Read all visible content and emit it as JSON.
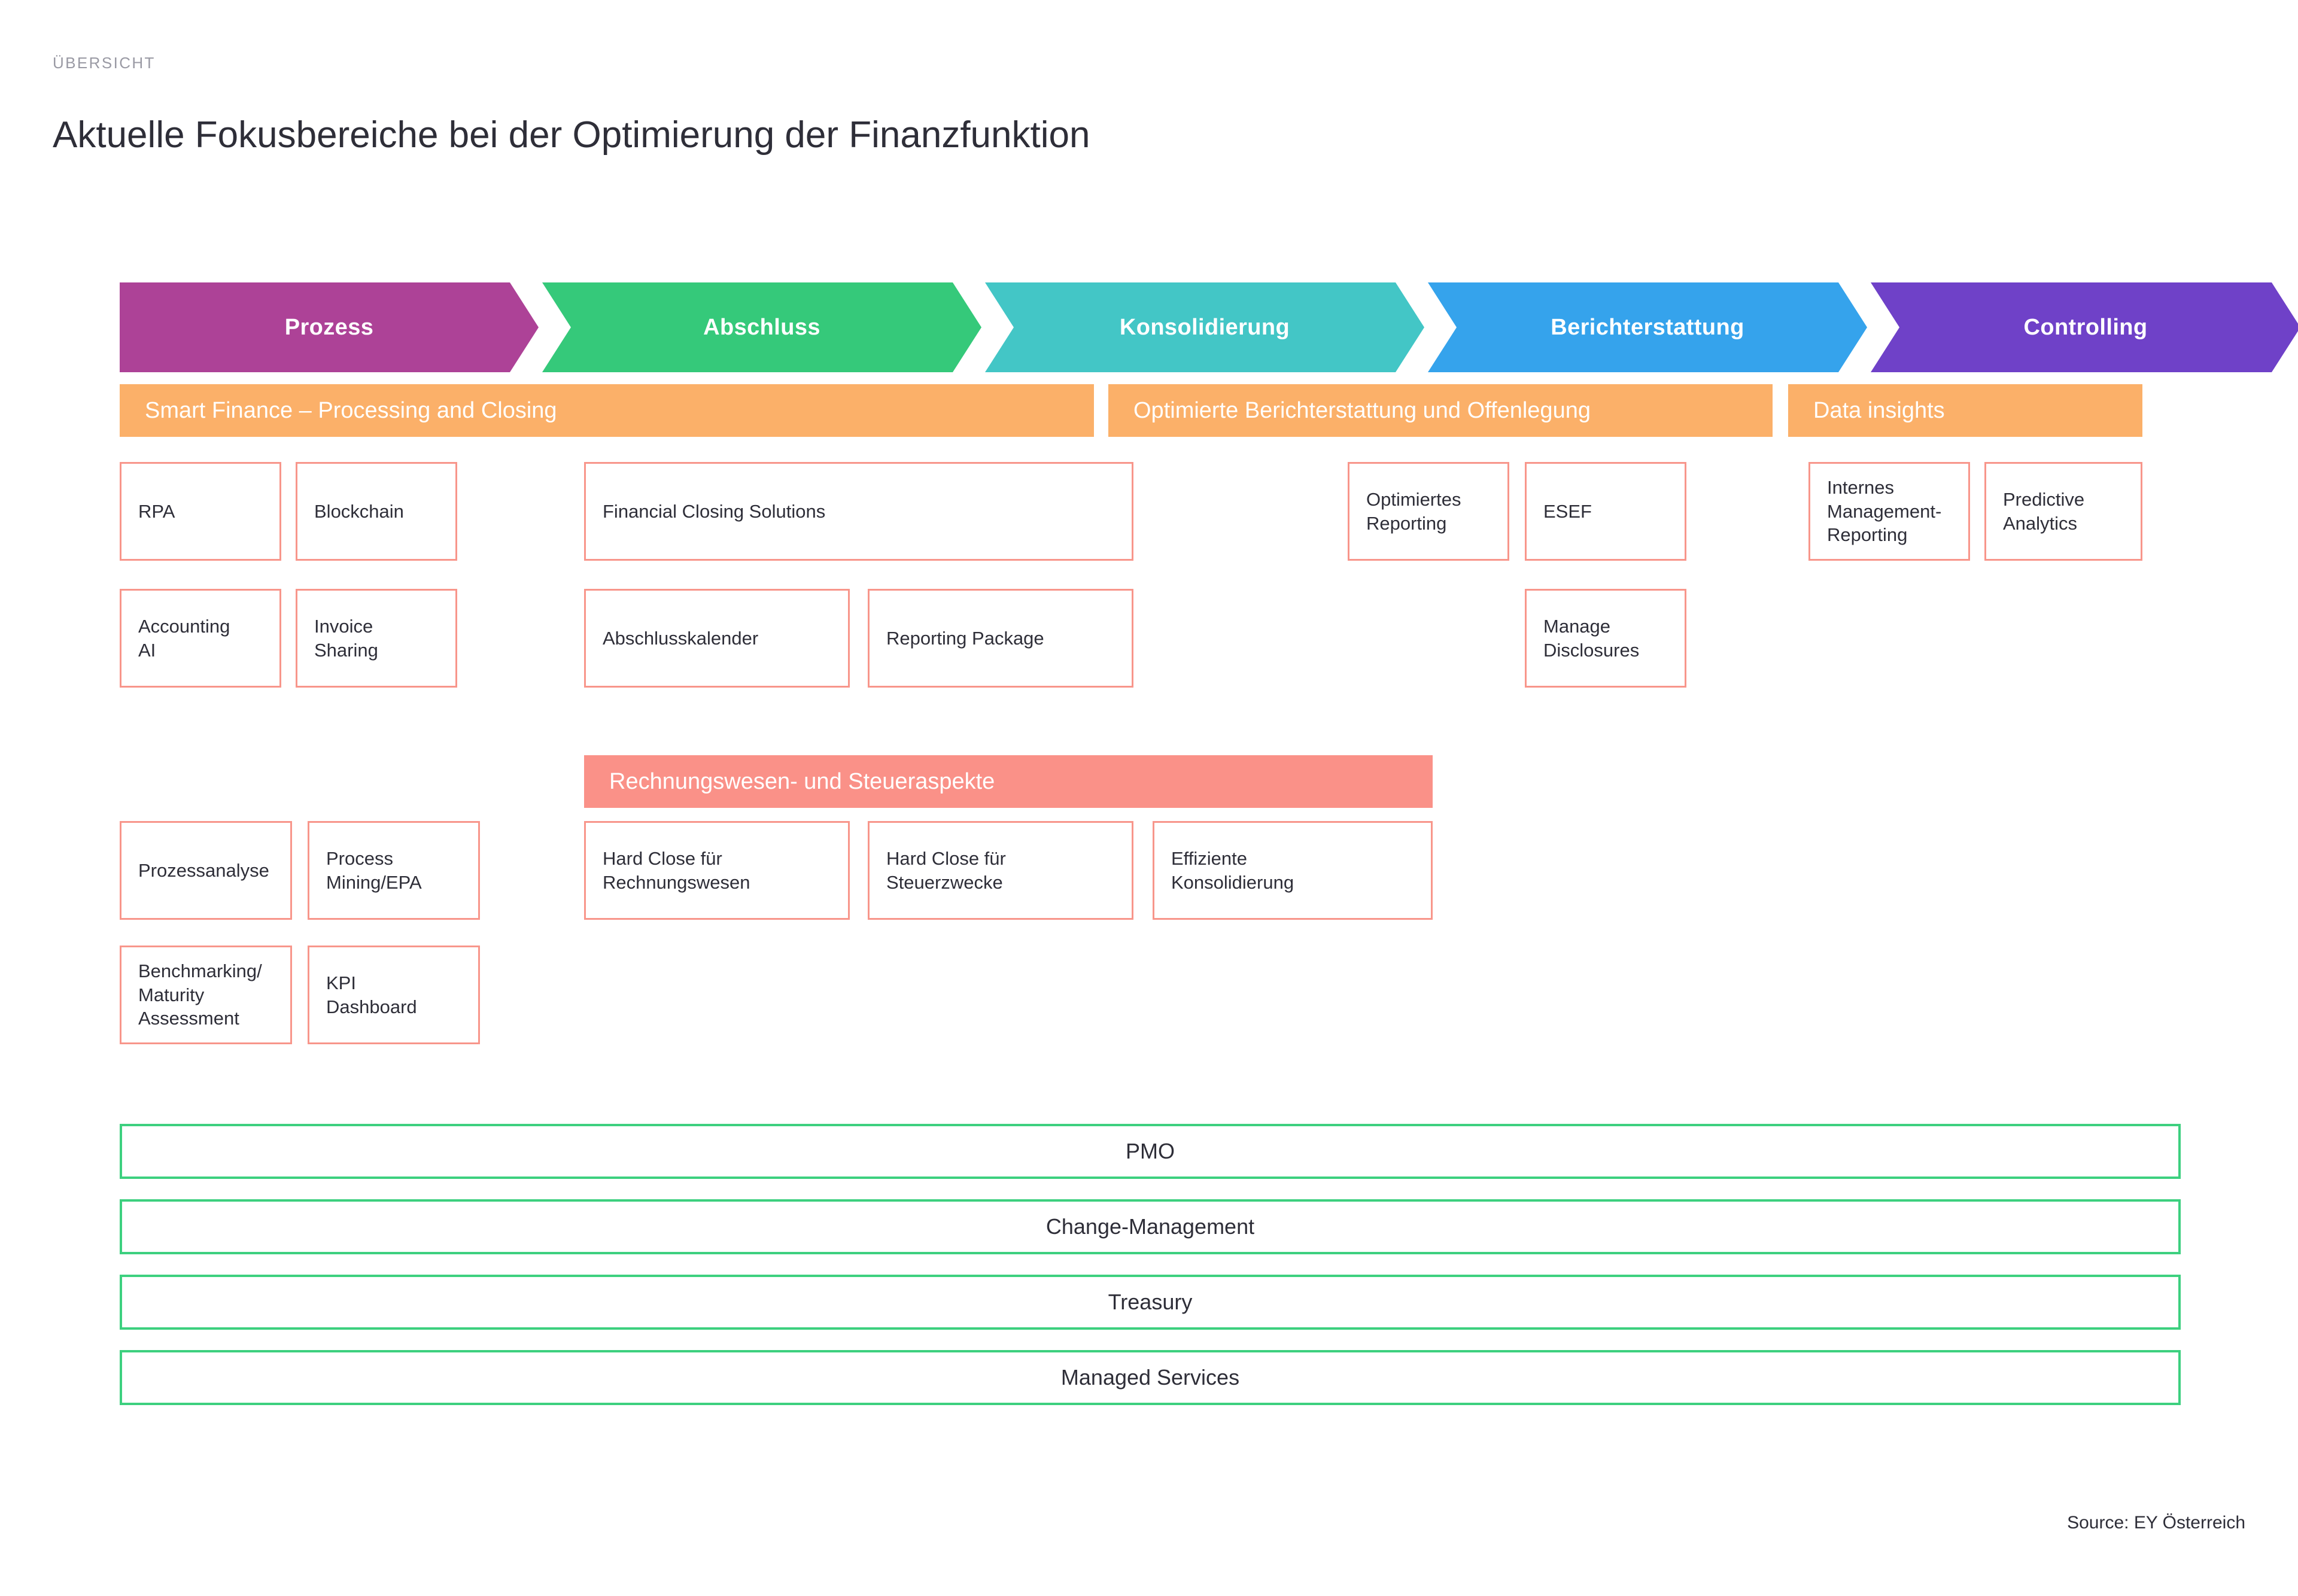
{
  "header": {
    "eyebrow": "ÜBERSICHT",
    "title": "Aktuelle Fokusbereiche bei der Optimierung der Finanzfunktion"
  },
  "phases": [
    {
      "label": "Prozess",
      "color": "#AD4297"
    },
    {
      "label": "Abschluss",
      "color": "#35C97A"
    },
    {
      "label": "Konsolidierung",
      "color": "#43C6C6"
    },
    {
      "label": "Berichterstattung",
      "color": "#35A3EC"
    },
    {
      "label": "Controlling",
      "color": "#6F41C8"
    }
  ],
  "group_bars": [
    {
      "label": "Smart Finance – Processing and Closing",
      "color": "#FBB069"
    },
    {
      "label": "Optimierte Berichterstattung und Offenlegung",
      "color": "#FBB069"
    },
    {
      "label": "Data insights",
      "color": "#FBB069"
    },
    {
      "label": "Rechnungswesen- und Steueraspekte",
      "color": "#FA9188"
    }
  ],
  "items": {
    "smart_finance": [
      "RPA",
      "Blockchain",
      "Financial Closing Solutions",
      "Accounting\nAI",
      "Invoice\nSharing",
      "Abschlusskalender",
      "Reporting Package"
    ],
    "optimierte_berichterstattung": [
      "Optimiertes\nReporting",
      "ESEF",
      "Manage\nDisclosures"
    ],
    "data_insights": [
      "Internes\nManagement-\nReporting",
      "Predictive\nAnalytics"
    ],
    "rechnungswesen": [
      "Prozessanalyse",
      "Process\nMining/EPA",
      "Hard Close für\nRechnungswesen",
      "Hard Close für\nSteuerzwecke",
      "Effiziente\nKonsolidierung",
      "Benchmarking/\nMaturity\nAssessment",
      "KPI\nDashboard"
    ]
  },
  "wide_bars": [
    "PMO",
    "Change-Management",
    "Treasury",
    "Managed Services"
  ],
  "footer": {
    "source": "Source: EY Österreich"
  },
  "colors": {
    "box_border": "#F8968B",
    "wide_bar_border": "#3DD07F",
    "group_orange": "#FBB069",
    "group_salmon": "#FA9188",
    "text": "#2E2E38",
    "eyebrow": "#9A9AA4"
  }
}
